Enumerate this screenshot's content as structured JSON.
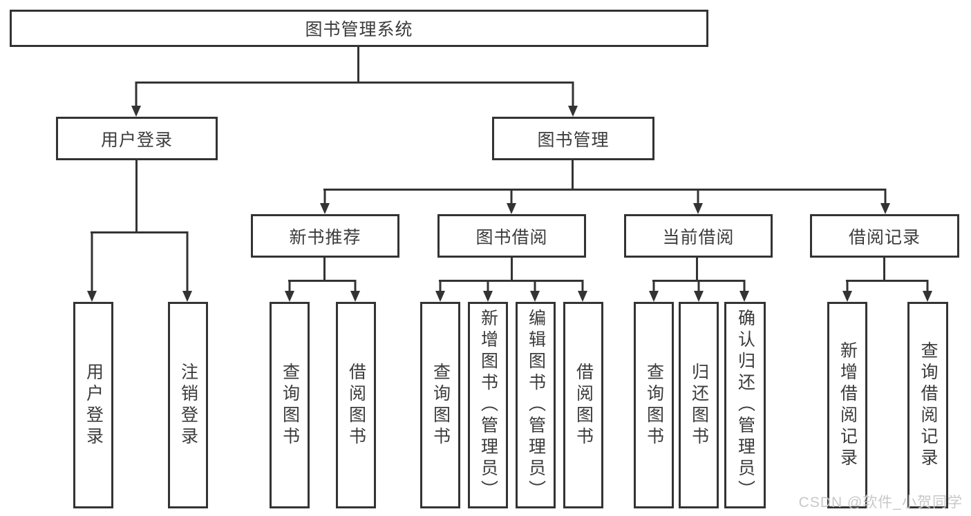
{
  "tree": {
    "root": {
      "label": "图书管理系统"
    },
    "branches": [
      {
        "label": "用户登录",
        "children": [
          {
            "label": "用户登录"
          },
          {
            "label": "注销登录"
          }
        ]
      },
      {
        "label": "图书管理",
        "children": [
          {
            "label": "新书推荐",
            "children": [
              {
                "label": "查询图书"
              },
              {
                "label": "借阅图书"
              }
            ]
          },
          {
            "label": "图书借阅",
            "children": [
              {
                "label": "查询图书"
              },
              {
                "label": "新增图书（管理员）"
              },
              {
                "label": "编辑图书（管理员）"
              },
              {
                "label": "借阅图书"
              }
            ]
          },
          {
            "label": "当前借阅",
            "children": [
              {
                "label": "查询图书"
              },
              {
                "label": "归还图书"
              },
              {
                "label": "确认归还（管理员）"
              }
            ]
          },
          {
            "label": "借阅记录",
            "children": [
              {
                "label": "新增借阅记录"
              },
              {
                "label": "查询借阅记录"
              }
            ]
          }
        ]
      }
    ]
  },
  "watermark": {
    "text": "CSDN @软件_小贺同学"
  },
  "colors": {
    "line": "#333333",
    "text": "#3b3b3b",
    "watermark": "#c8c8c8",
    "background": "#ffffff"
  }
}
